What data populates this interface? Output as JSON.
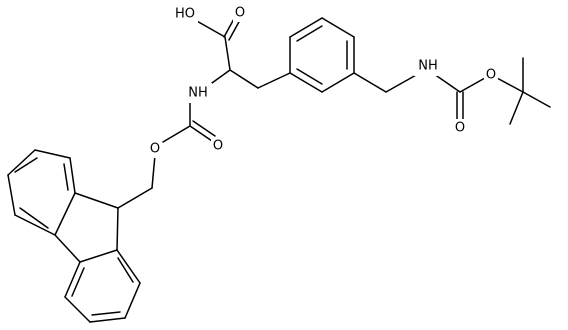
{
  "labels": {
    "hydroxyl": "HO",
    "acid_carbonyl_o": "O",
    "alpha_nh": "NH",
    "fmoc_carbonyl_o": "O",
    "fmoc_ester_o": "O",
    "boc_nh": "NH",
    "boc_ester_o": "O",
    "boc_carbonyl_o": "O"
  },
  "colors": {
    "bond": "#000000",
    "label": "#000000",
    "background": "#ffffff"
  }
}
